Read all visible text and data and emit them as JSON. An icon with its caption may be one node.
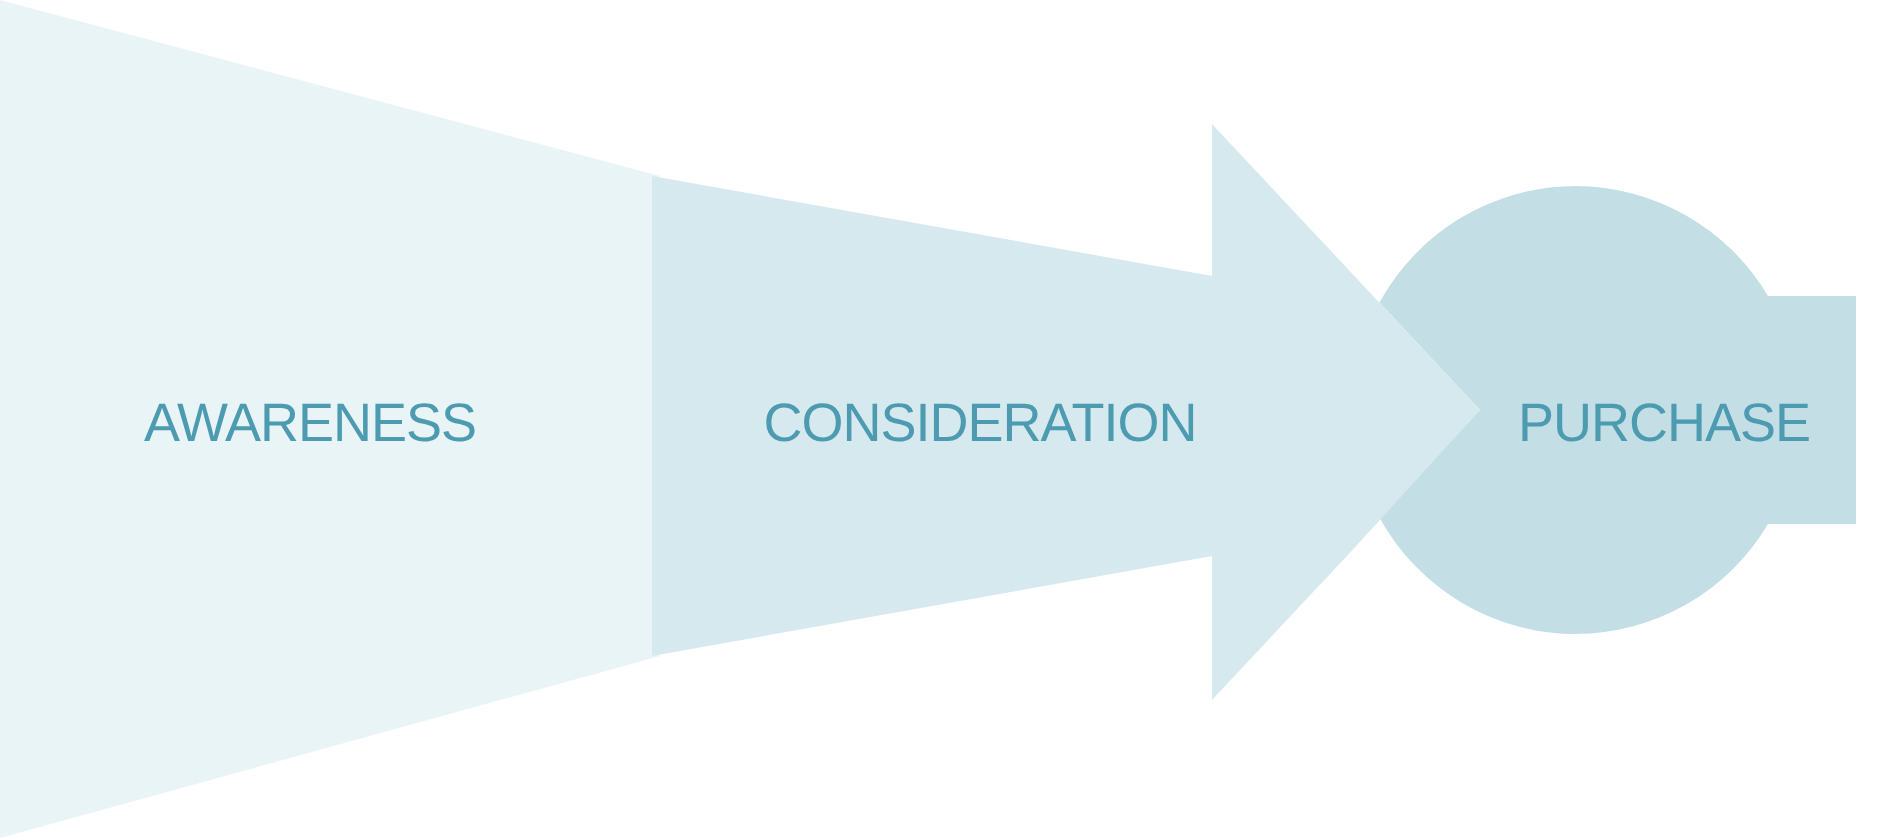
{
  "diagram": {
    "nodes": [
      {
        "text": [
          "AWARENESS"
        ]
      },
      {
        "text": [
          "CONSIDERATION"
        ]
      },
      {
        "text": [
          "PURCHASE"
        ]
      }
    ]
  }
}
